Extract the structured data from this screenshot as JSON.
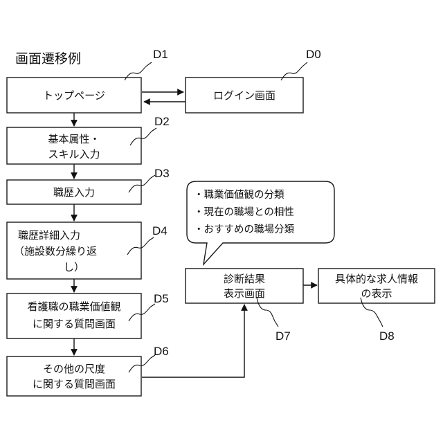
{
  "title": "画面遷移例",
  "boxes": {
    "top_page": {
      "ref": "D1",
      "lines": [
        "トップページ"
      ]
    },
    "login": {
      "ref": "D0",
      "lines": [
        "ログイン画面"
      ]
    },
    "basic_skill": {
      "ref": "D2",
      "lines": [
        "基本属性・",
        "スキル入力"
      ]
    },
    "career": {
      "ref": "D3",
      "lines": [
        "職歴入力"
      ]
    },
    "career_detail": {
      "ref": "D4",
      "lines": [
        "職歴詳細入力",
        "（施設数分繰り返",
        "し）"
      ]
    },
    "nursing_values": {
      "ref": "D5",
      "lines": [
        "看護職の職業価値観",
        "に関する質問画面"
      ]
    },
    "other_scales": {
      "ref": "D6",
      "lines": [
        "その他の尺度",
        "に関する質問画面"
      ]
    },
    "diagnosis": {
      "ref": "D7",
      "lines": [
        "診断結果",
        "表示画面"
      ]
    },
    "job_info": {
      "ref": "D8",
      "lines": [
        "具体的な求人情報",
        "の表示"
      ]
    }
  },
  "callout": {
    "items": [
      "・職業価値観の分類",
      "・現在の職場との相性",
      "・おすすめの職場分類"
    ]
  }
}
